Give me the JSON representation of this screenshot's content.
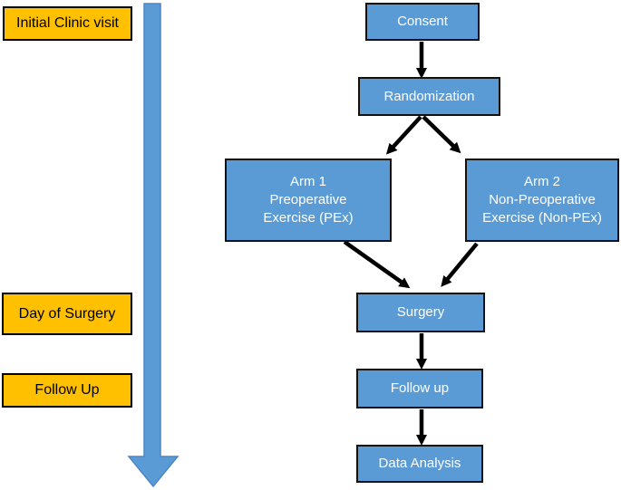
{
  "diagram": {
    "timeline": {
      "labels": [
        "Initial Clinic visit",
        "Day of Surgery",
        "Follow Up"
      ]
    },
    "flow": {
      "consent": "Consent",
      "randomization": "Randomization",
      "arm1_lines": [
        "Arm 1",
        "Preoperative",
        "Exercise (PEx)"
      ],
      "arm2_lines": [
        "Arm 2",
        "Non-Preoperative",
        "Exercise (Non-PEx)"
      ],
      "surgery": "Surgery",
      "follow_up": "Follow up",
      "data_analysis": "Data Analysis"
    },
    "colors": {
      "node_fill": "#5B9BD5",
      "node_border": "#111111",
      "node_text": "#FFFFFF",
      "label_fill": "#FFC000",
      "label_border": "#000000",
      "label_text": "#000000",
      "connector": "#000000",
      "timeline_fill": "#5B9BD5",
      "timeline_stroke": "#4A86C5"
    }
  }
}
